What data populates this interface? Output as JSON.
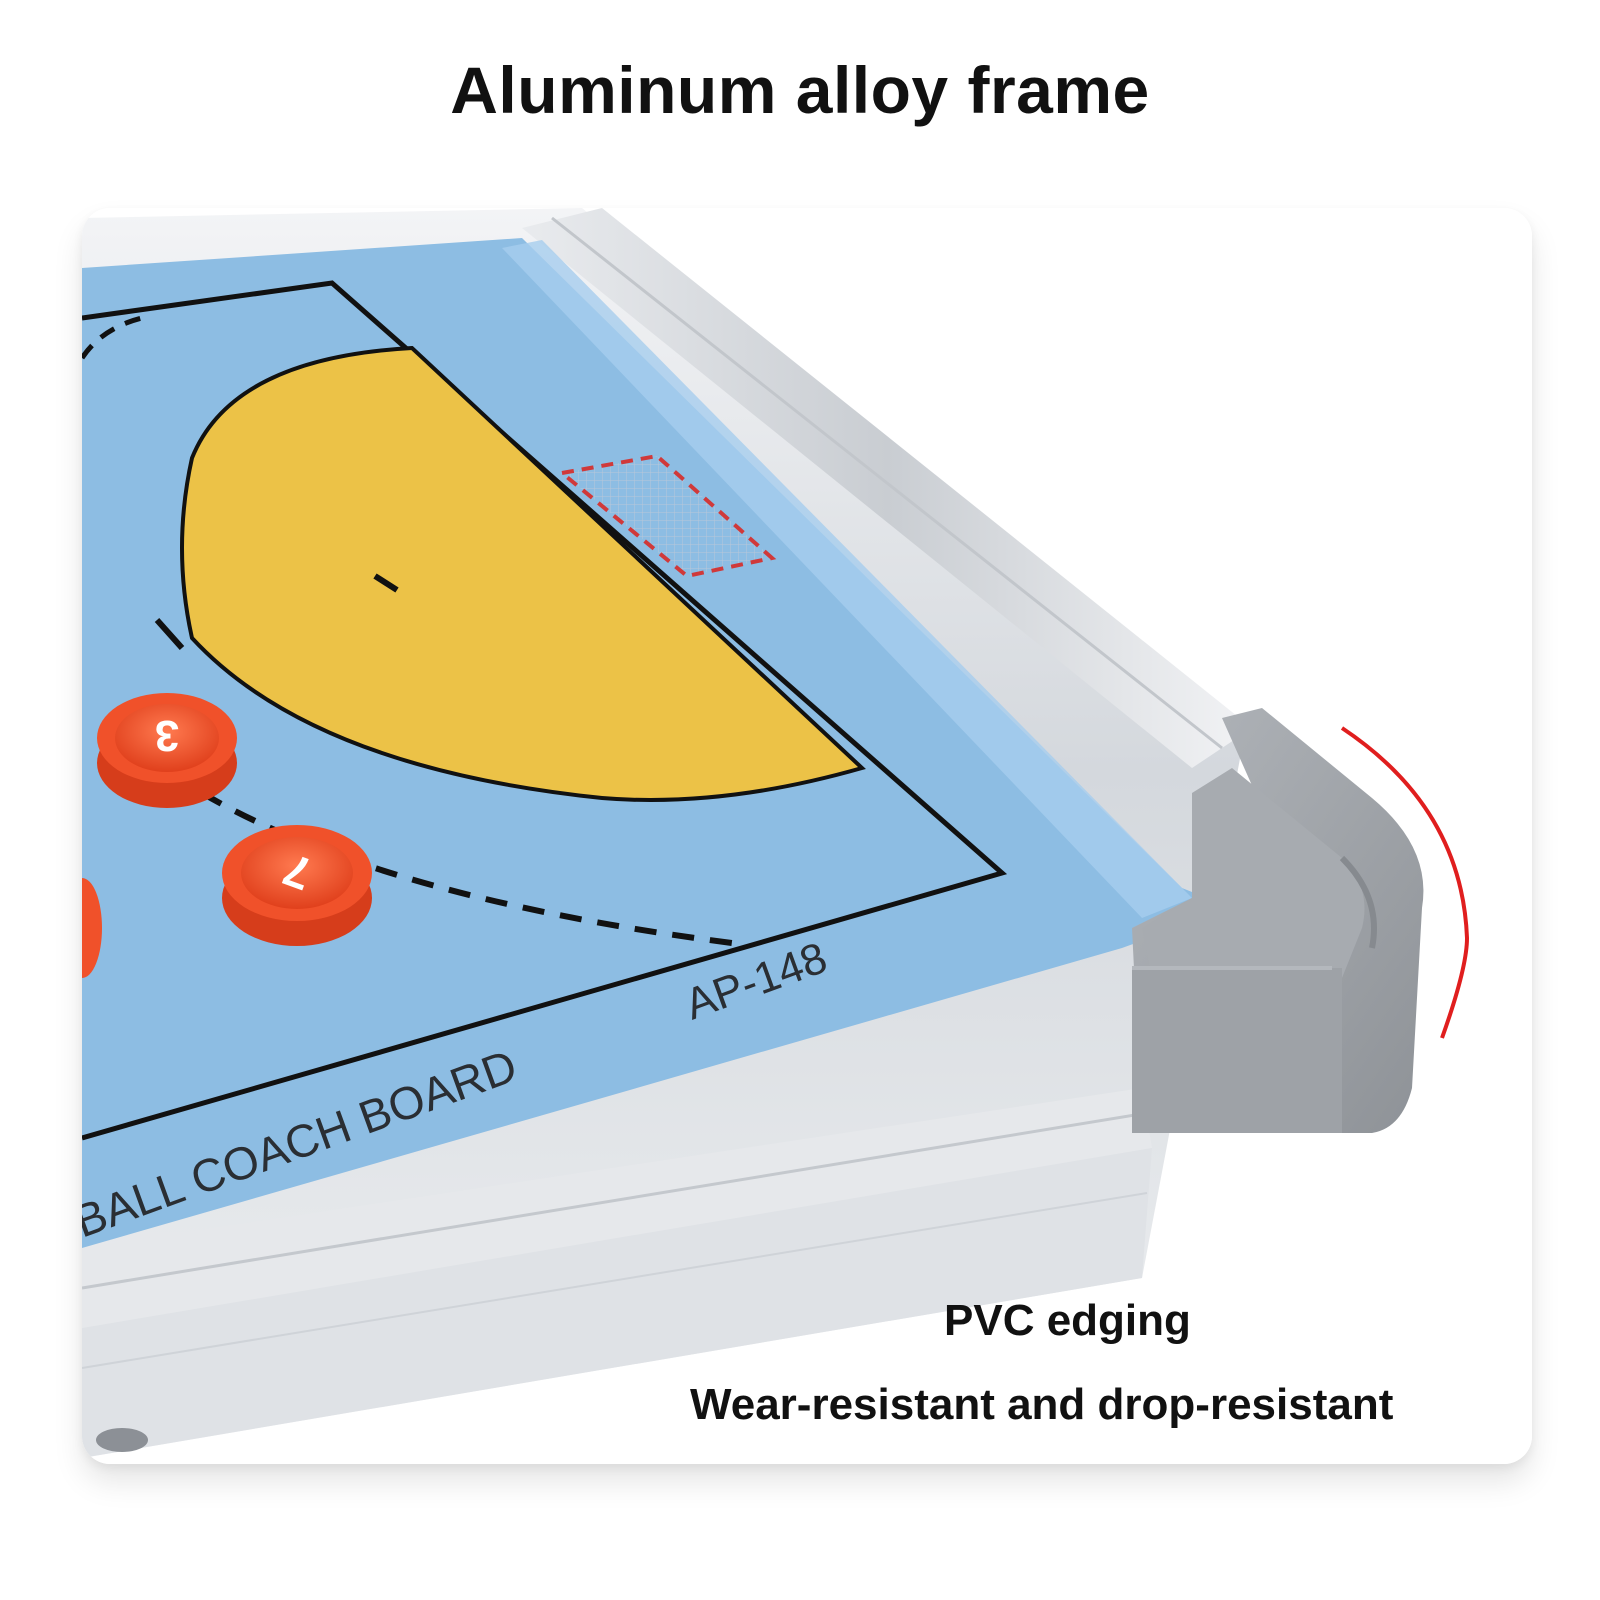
{
  "headline": "Aluminum alloy frame",
  "board": {
    "print_name": "BALL COACH BOARD",
    "model": "AP-148",
    "magnet_numbers": [
      "3",
      "7"
    ],
    "colors": {
      "court_blue": "#8dbde3",
      "zone_yellow": "#ecc247",
      "magnet_red": "#f0512a",
      "frame_silver": "#d9dde2",
      "pvc_corner_gray": "#9ea2a7",
      "goal_red": "#d0393a"
    }
  },
  "features": {
    "line1": "PVC edging",
    "line2": "Wear-resistant and drop-resistant"
  }
}
